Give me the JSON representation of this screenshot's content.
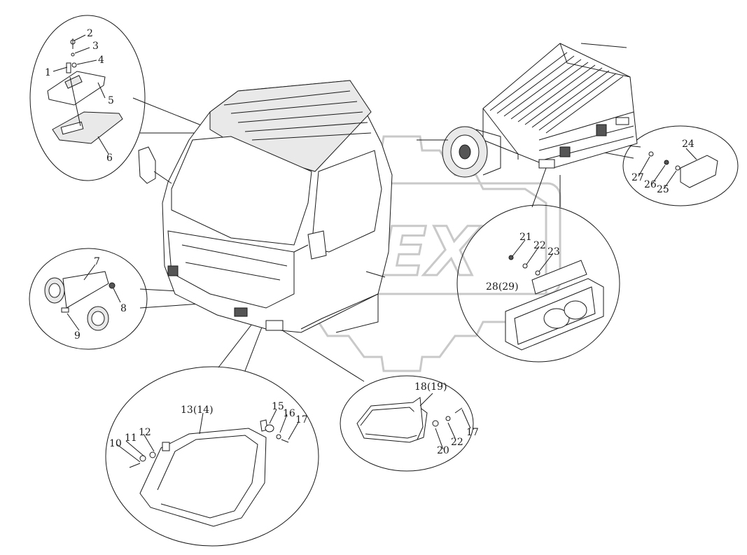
{
  "watermark": {
    "text": "OPEX"
  },
  "callouts": {
    "c1": "1",
    "c2": "2",
    "c3": "3",
    "c4": "4",
    "c5": "5",
    "c6": "6",
    "c7": "7",
    "c8": "8",
    "c9": "9",
    "c10": "10",
    "c11": "11",
    "c12": "12",
    "c13": "13(14)",
    "c15": "15",
    "c16": "16",
    "c17a": "17",
    "c17b": "17",
    "c18": "18(19)",
    "c20": "20",
    "c21": "21",
    "c22a": "22",
    "c22b": "22",
    "c23": "23",
    "c24": "24",
    "c25": "25",
    "c26": "26",
    "c27": "27",
    "c28": "28(29)"
  }
}
